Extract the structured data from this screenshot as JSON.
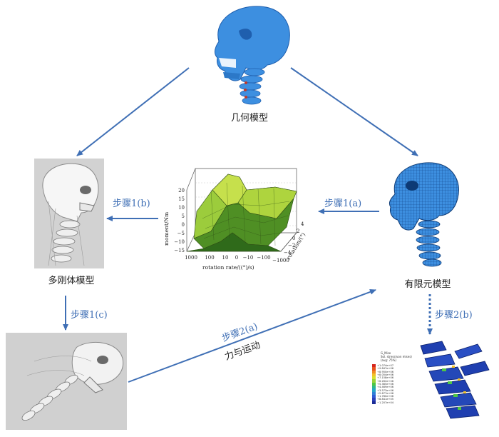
{
  "nodes": {
    "geometry_label": "几何模型",
    "multibody_label": "多刚体模型",
    "fem_label": "有限元模型"
  },
  "steps": {
    "s1a": "步骤1(a)",
    "s1b": "步骤1(b)",
    "s1c": "步骤1(c)",
    "s2a": "步骤2(a)",
    "s2b": "步骤2(b)",
    "force_motion": "力与运动"
  },
  "center_plot": {
    "zlabel": "moment/Nm",
    "xlabel": "rotation rate/((°)/s)",
    "ylabel": "rotation/(°)",
    "z_ticks": [
      "20",
      "15",
      "10",
      "5",
      "0",
      "−5",
      "−10",
      "−15"
    ],
    "x_ticks": [
      "1000",
      "100",
      "10",
      "0",
      "−10",
      "−100",
      "−1000"
    ],
    "y_ticks": [
      "4",
      "2",
      "0",
      "−2",
      "−4"
    ]
  },
  "fem_legend": {
    "title_lines": [
      "G_Mise",
      "Sol. stress(von mises)",
      "(avg: 75%)"
    ],
    "values": [
      "+1.074e+07",
      "+9.847e+06",
      "+8.950e+06",
      "+8.054e+06",
      "+7.158e+06",
      "+6.262e+06",
      "+5.365e+06",
      "+4.469e+06",
      "+3.573e+06",
      "+2.677e+06",
      "+1.780e+06",
      "+8.841e+05",
      "−1.207e+04"
    ],
    "colors": [
      "#d6261d",
      "#e8521f",
      "#f08a24",
      "#f2c12a",
      "#d8e130",
      "#9bd33a",
      "#4fc744",
      "#2fb98a",
      "#27a6c8",
      "#2f7fd6",
      "#2f5bd4",
      "#2a3fb8",
      "#1c2c96"
    ]
  },
  "colors": {
    "arrow": "#3f6fb5",
    "skull_blue": "#3d8fe0",
    "plot_green": "#7cb342"
  }
}
